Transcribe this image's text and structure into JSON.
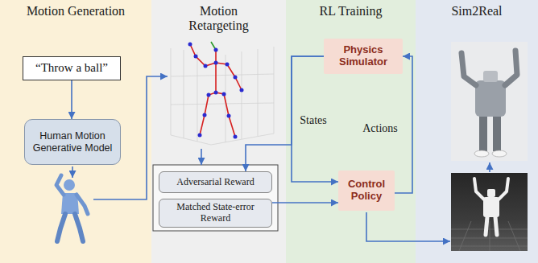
{
  "diagram": {
    "nodes": [
      {
        "text": [
          "Motion Generation"
        ]
      },
      {
        "text": [
          "“Throw a ball”"
        ],
        "in": 0
      },
      {
        "text": [
          "Human Motion Generative Model"
        ],
        "in": 0
      },
      {
        "text": [
          "Motion Retargeting"
        ]
      },
      {
        "text": [
          "Adversarial Reward"
        ],
        "in": 3
      },
      {
        "text": [
          "Matched State-error Reward"
        ],
        "in": 3
      },
      {
        "text": [
          "RL Training"
        ]
      },
      {
        "text": [
          "Physics Simulator"
        ],
        "in": 6
      },
      {
        "text": [
          "Control Policy"
        ],
        "in": 6
      },
      {
        "text": [
          "Sim2Real"
        ]
      }
    ],
    "edges": [
      {
        "from": 1,
        "to": 2,
        "arrow": "to"
      },
      {
        "from": 7,
        "to": 8,
        "arrow": "to",
        "label": "States"
      },
      {
        "from": 7,
        "to": 4,
        "arrow": "to"
      },
      {
        "from": 5,
        "to": 8,
        "arrow": "to"
      },
      {
        "from": 8,
        "to": 7,
        "arrow": "to",
        "label": "Actions"
      }
    ]
  }
}
